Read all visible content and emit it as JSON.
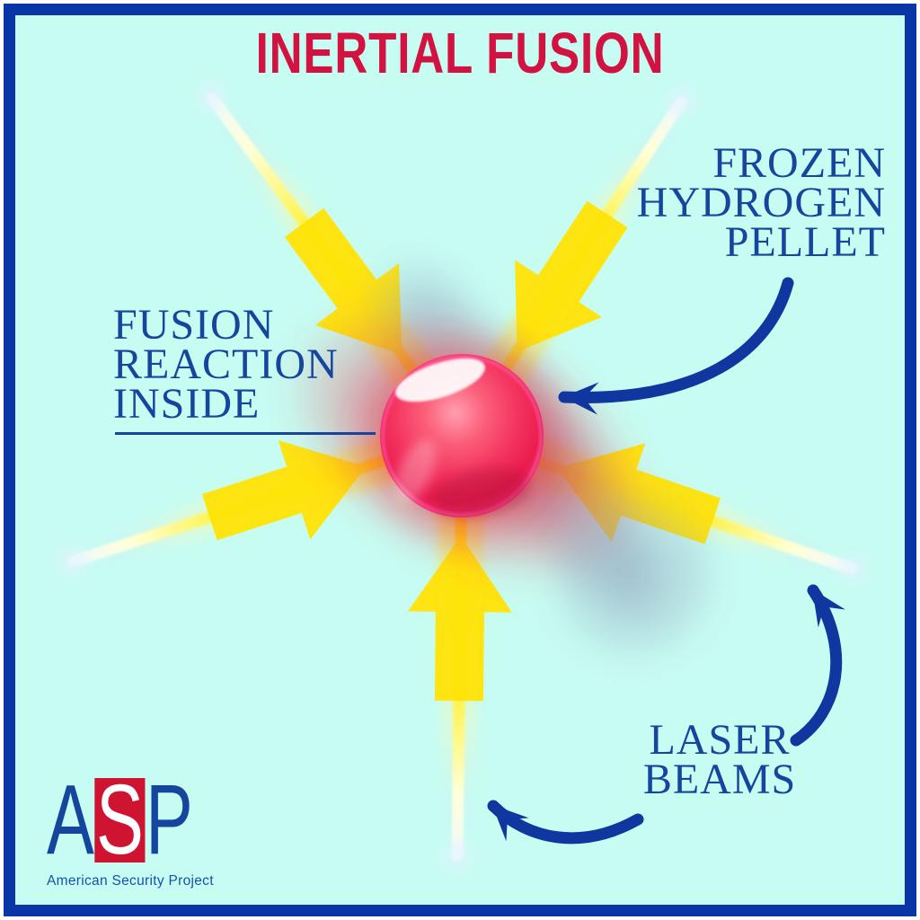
{
  "frame": {
    "title": "INERTIAL FUSION"
  },
  "annotations": {
    "pellet": {
      "lines": [
        "FROZEN",
        "HYDROGEN",
        "PELLET"
      ]
    },
    "reaction": {
      "lines": [
        "FUSION",
        "REACTION",
        "INSIDE"
      ]
    },
    "laser": {
      "lines": [
        "LASER",
        "BEAMS"
      ]
    }
  },
  "logo": {
    "letter_a": "A",
    "letter_s": "S",
    "letter_p": "P",
    "subtitle": "American Security Project"
  },
  "diagram": {
    "laser_beam_count": 5,
    "inward_yellow_arrow_count": 5,
    "blue_pointer_arrow_count": 3,
    "center_object": "glossy red hydrogen pellet sphere"
  },
  "colors": {
    "background": "#c7fcf2",
    "border_blue": "#0a35a6",
    "title_red": "#d21240",
    "label_blue": "#16459e",
    "arrow_blue": "#10379f",
    "beam_yellow": "#ffe400",
    "arrow_yellow": "#ffe308",
    "pellet_red": "#ee2050",
    "logo_red": "#cf1432"
  }
}
